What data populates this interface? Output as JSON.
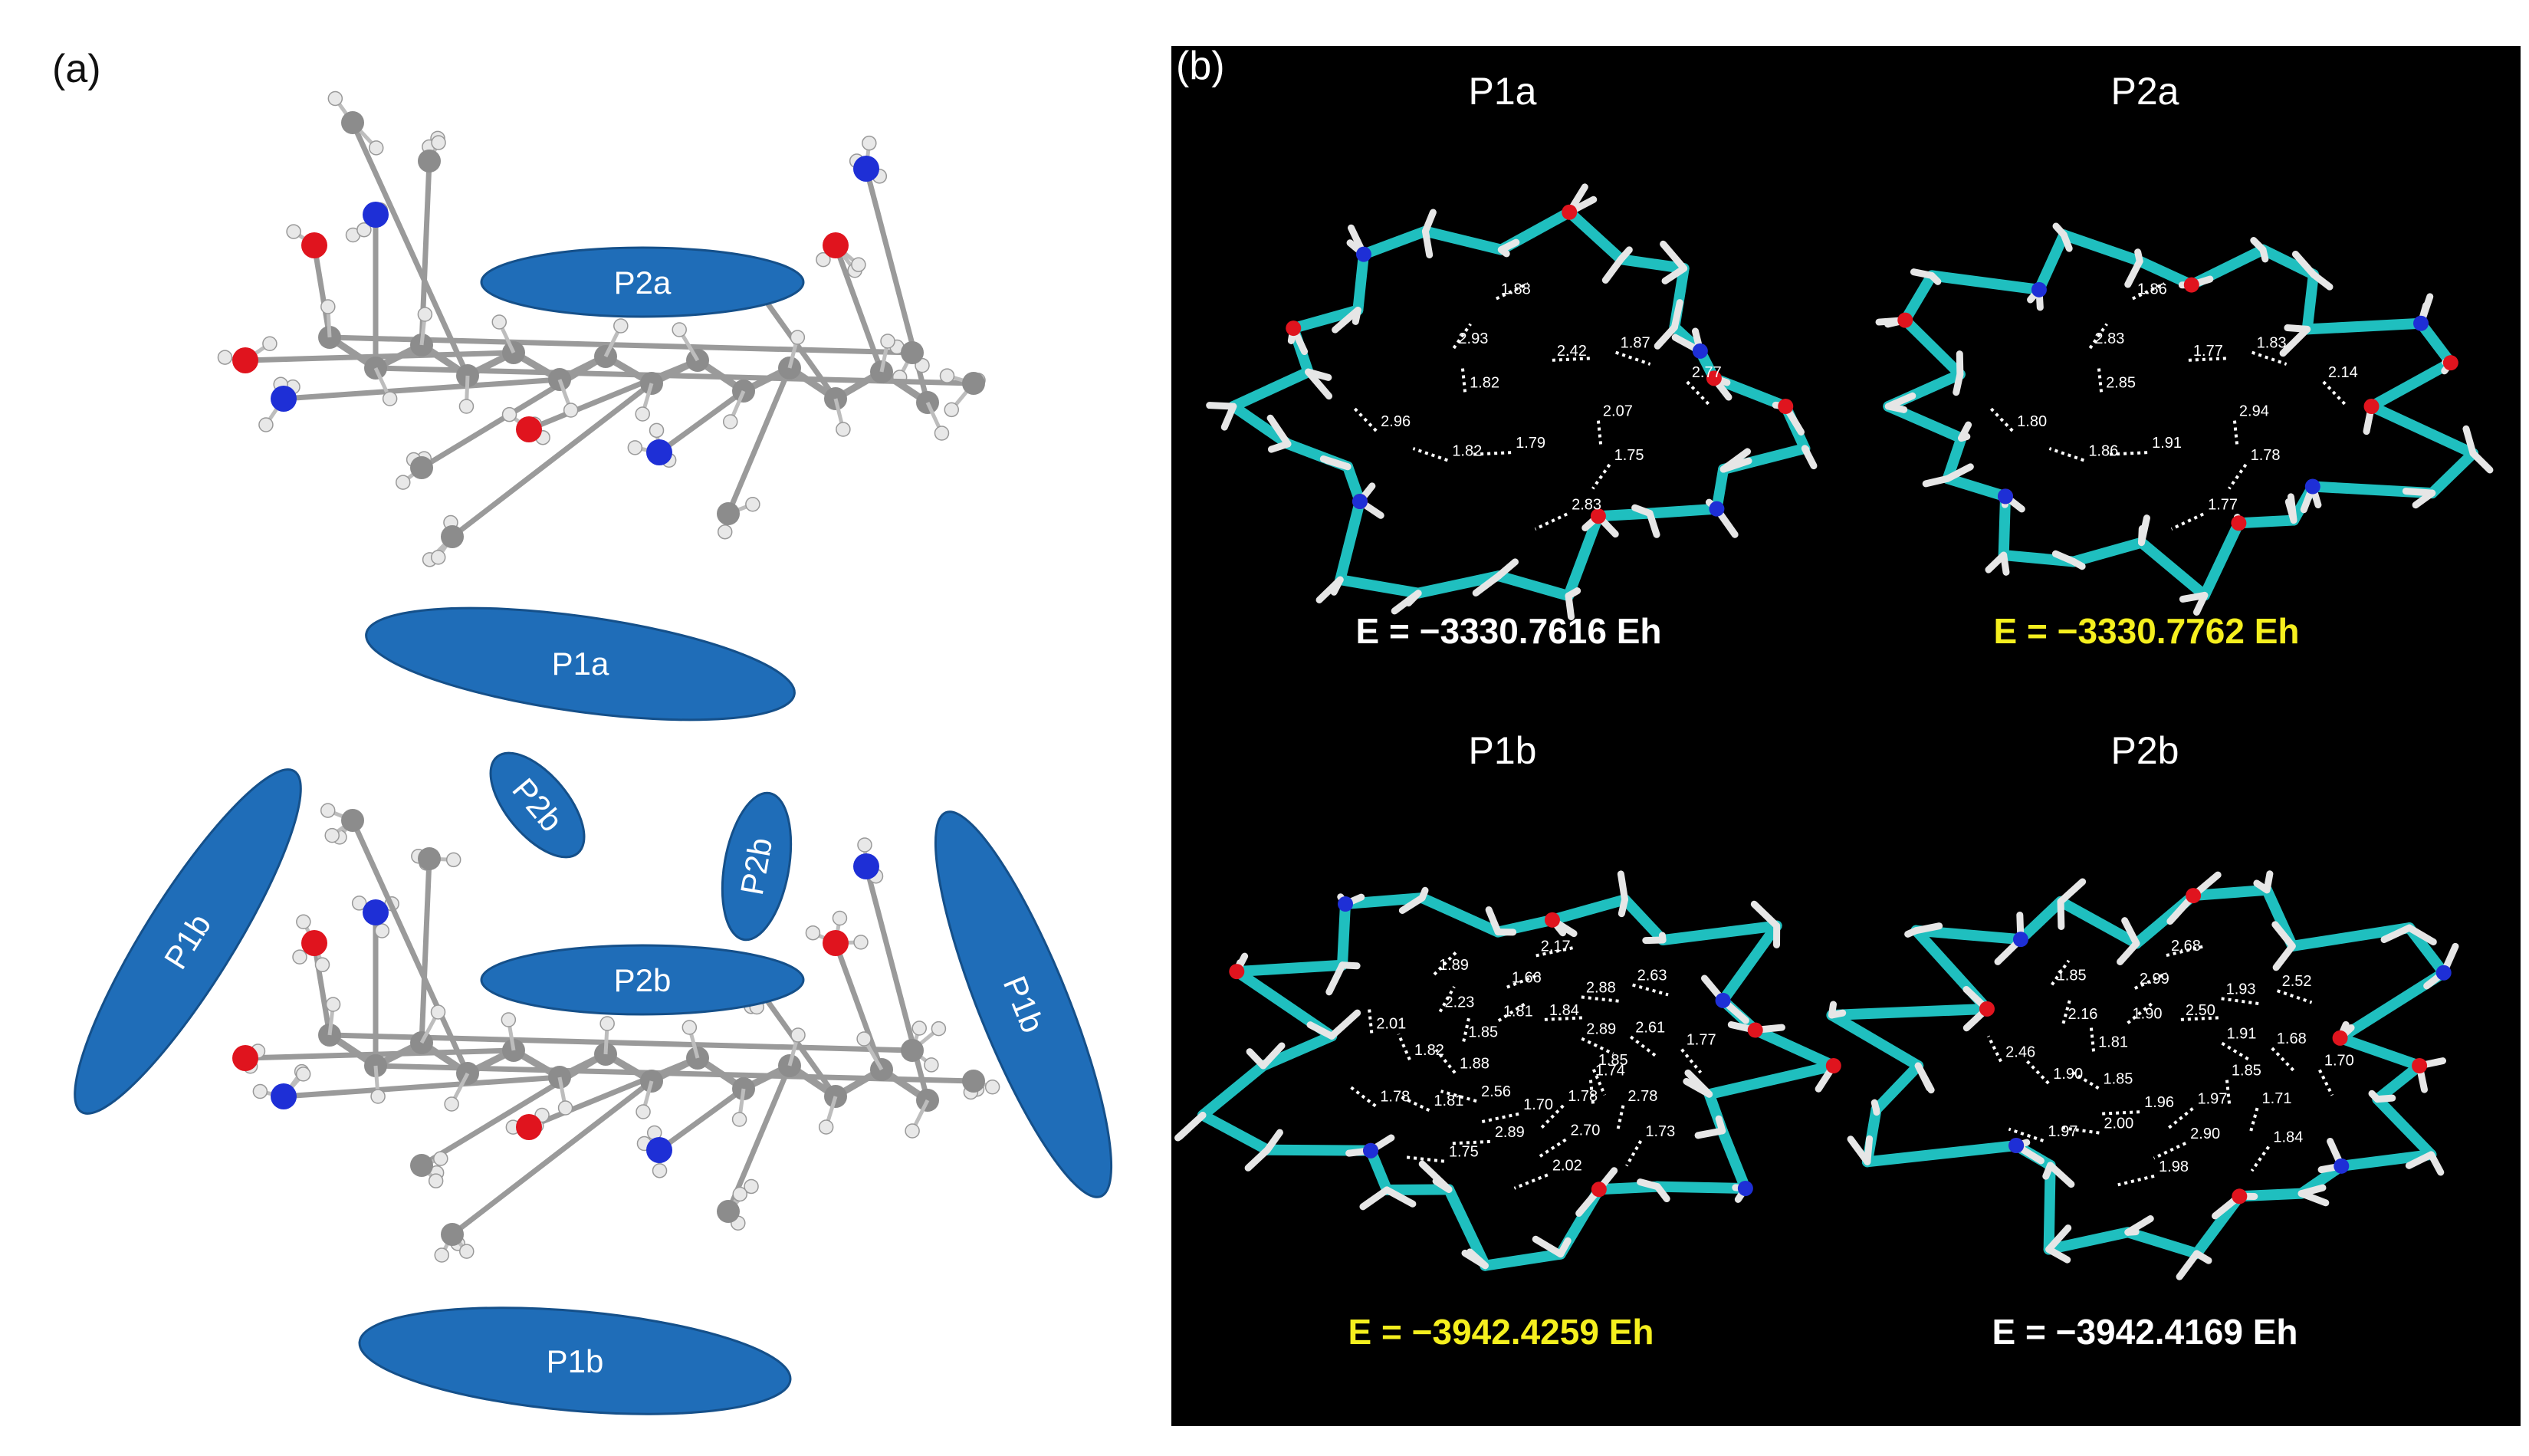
{
  "panel_a": {
    "label": "(a)",
    "regions": [
      "P2a",
      "P1a",
      "P2b",
      "P2b",
      "P2b",
      "P1b",
      "P1b",
      "P1b"
    ]
  },
  "panel_b": {
    "label": "(b)",
    "structures": [
      {
        "name": "P1a",
        "energy": "E = −3330.7616 Eh",
        "lowest": false,
        "distances": [
          "2.07",
          "1.75",
          "2.83",
          "1.79",
          "1.82",
          "2.96",
          "1.82",
          "2.93",
          "1.88",
          "2.42",
          "1.87",
          "2.77"
        ]
      },
      {
        "name": "P2a",
        "energy": "E = −3330.7762 Eh",
        "lowest": true,
        "distances": [
          "2.94",
          "1.78",
          "1.77",
          "1.91",
          "1.86",
          "1.80",
          "2.85",
          "2.83",
          "1.86",
          "1.77",
          "1.83",
          "2.14"
        ]
      },
      {
        "name": "P1b",
        "energy": "E = −3942.4259 Eh",
        "lowest": true,
        "distances": [
          "1.74",
          "2.78",
          "1.73",
          "1.78",
          "2.70",
          "2.02",
          "1.70",
          "2.89",
          "1.75",
          "2.56",
          "1.81",
          "1.78",
          "1.88",
          "1.82",
          "2.01",
          "1.85",
          "2.23",
          "1.89",
          "1.81",
          "1.66",
          "2.17",
          "1.84",
          "2.88",
          "2.63",
          "2.89",
          "2.61",
          "1.77",
          "1.85"
        ]
      },
      {
        "name": "P2b",
        "energy": "E = −3942.4169 Eh",
        "lowest": false,
        "distances": [
          "1.85",
          "1.71",
          "1.84",
          "1.97",
          "2.90",
          "1.98",
          "1.96",
          "2.00",
          "1.97",
          "1.85",
          "1.90",
          "2.46",
          "1.81",
          "2.16",
          "1.85",
          "1.90",
          "2.99",
          "2.68",
          "2.50",
          "1.93",
          "2.52",
          "1.91",
          "1.68",
          "1.70"
        ]
      }
    ]
  },
  "colors": {
    "region_fill": "#1f6db8",
    "region_stroke": "#15508a",
    "carbon_a": "#8c8c8c",
    "carbon_b": "#1fbfbf",
    "oxygen": "#e0141e",
    "nitrogen": "#1e2fd6",
    "hydrogen": "#e8e8e8",
    "lowest_energy_text": "#f5ef1e",
    "energy_text": "#ffffff",
    "hbond": "#ffffff"
  }
}
